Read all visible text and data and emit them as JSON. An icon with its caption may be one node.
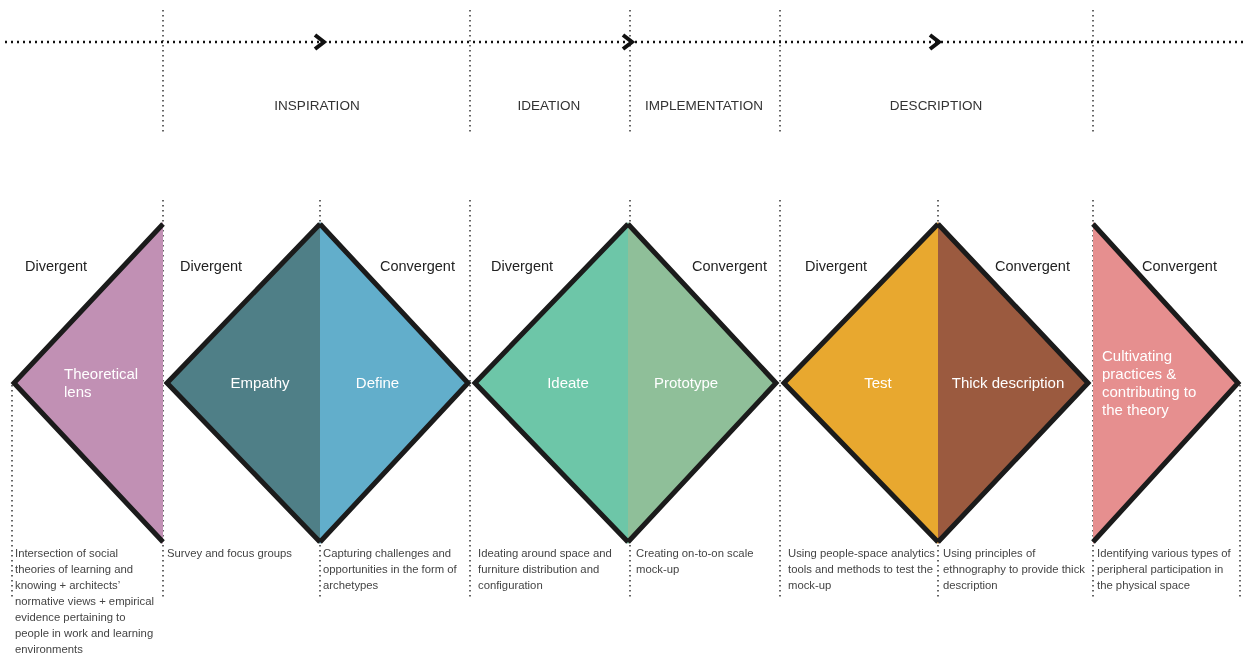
{
  "diagram": {
    "nodes": [
      {
        "text": [
          "Theoretical lens"
        ],
        "beside": [
          "Divergent",
          "Intersection of social theories of learning and knowing + architects’ normative views + empirical evidence pertaining to people in work and learning environments"
        ]
      },
      {
        "text": [
          "Empathy"
        ],
        "beside": [
          "Divergent",
          "Survey and focus groups"
        ]
      },
      {
        "text": [
          "Define"
        ],
        "beside": [
          "Convergent",
          "Capturing challenges and opportunities in the form of archetypes"
        ]
      },
      {
        "text": [
          "Ideate"
        ],
        "beside": [
          "Divergent",
          "Ideating around space and furniture distribution and configuration"
        ]
      },
      {
        "text": [
          "Prototype"
        ],
        "beside": [
          "Convergent",
          "Creating on-to-on scale mock-up"
        ]
      },
      {
        "text": [
          "Test"
        ],
        "beside": [
          "Divergent",
          "Using people-space analytics tools and methods to test the mock-up"
        ]
      },
      {
        "text": [
          "Thick description"
        ],
        "beside": [
          "Convergent",
          "Using principles of ethnography to provide thick description"
        ]
      },
      {
        "text": [
          "Cultivating practices & contributing to the theory"
        ],
        "beside": [
          "Convergent",
          "Identifying various types of peripheral participation in the physical space"
        ]
      }
    ],
    "edges": [],
    "labels": [
      "INSPIRATION",
      "IDEATION",
      "IMPLEMENTATION",
      "DESCRIPTION"
    ]
  }
}
